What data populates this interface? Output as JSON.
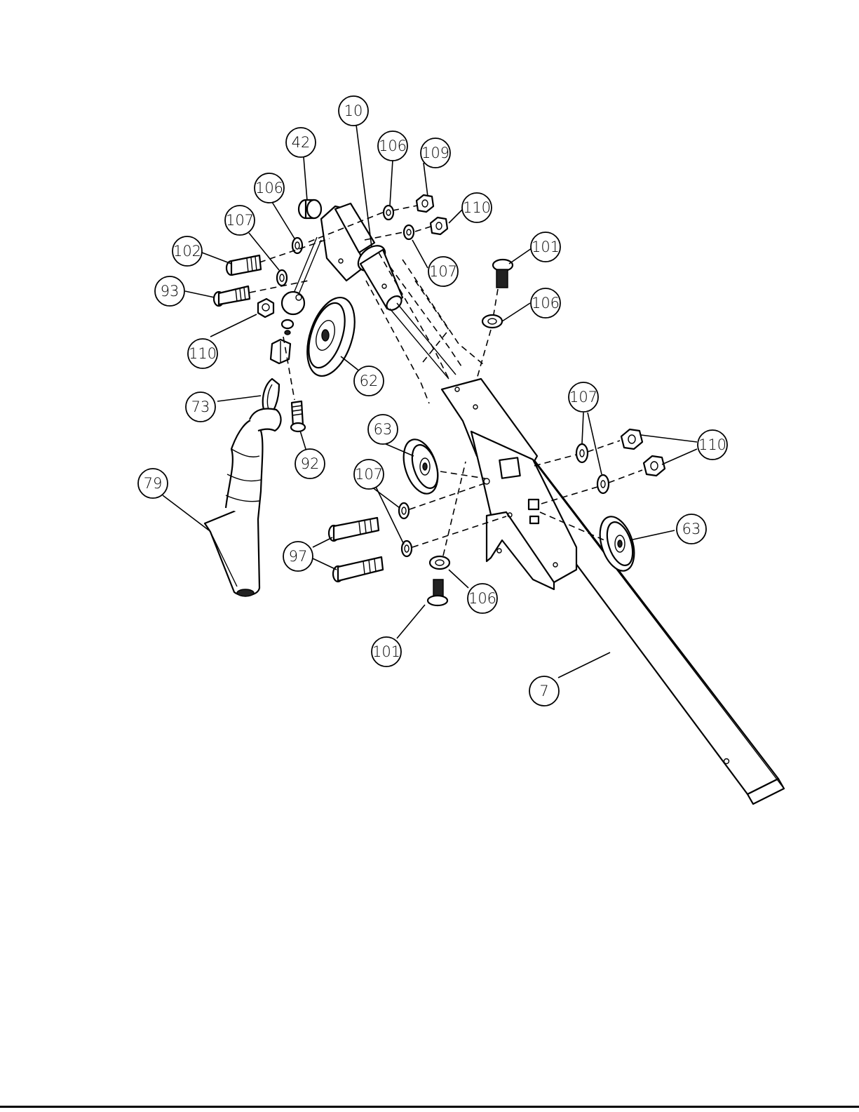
{
  "diagram": {
    "callouts": [
      {
        "id": "c10",
        "label": "10"
      },
      {
        "id": "c42",
        "label": "42"
      },
      {
        "id": "c106a",
        "label": "106"
      },
      {
        "id": "c109",
        "label": "109"
      },
      {
        "id": "c106b",
        "label": "106"
      },
      {
        "id": "c110a",
        "label": "110"
      },
      {
        "id": "c107a",
        "label": "107"
      },
      {
        "id": "c102",
        "label": "102"
      },
      {
        "id": "c107b",
        "label": "107"
      },
      {
        "id": "c101a",
        "label": "101"
      },
      {
        "id": "c93",
        "label": "93"
      },
      {
        "id": "c106c",
        "label": "106"
      },
      {
        "id": "c110b",
        "label": "110"
      },
      {
        "id": "c62",
        "label": "62"
      },
      {
        "id": "c73",
        "label": "73"
      },
      {
        "id": "c107c",
        "label": "107"
      },
      {
        "id": "c63a",
        "label": "63"
      },
      {
        "id": "c110c",
        "label": "110"
      },
      {
        "id": "c92",
        "label": "92"
      },
      {
        "id": "c79",
        "label": "79"
      },
      {
        "id": "c107d",
        "label": "107"
      },
      {
        "id": "c63b",
        "label": "63"
      },
      {
        "id": "c97",
        "label": "97"
      },
      {
        "id": "c106d",
        "label": "106"
      },
      {
        "id": "c101b",
        "label": "101"
      },
      {
        "id": "c7",
        "label": "7"
      }
    ]
  }
}
